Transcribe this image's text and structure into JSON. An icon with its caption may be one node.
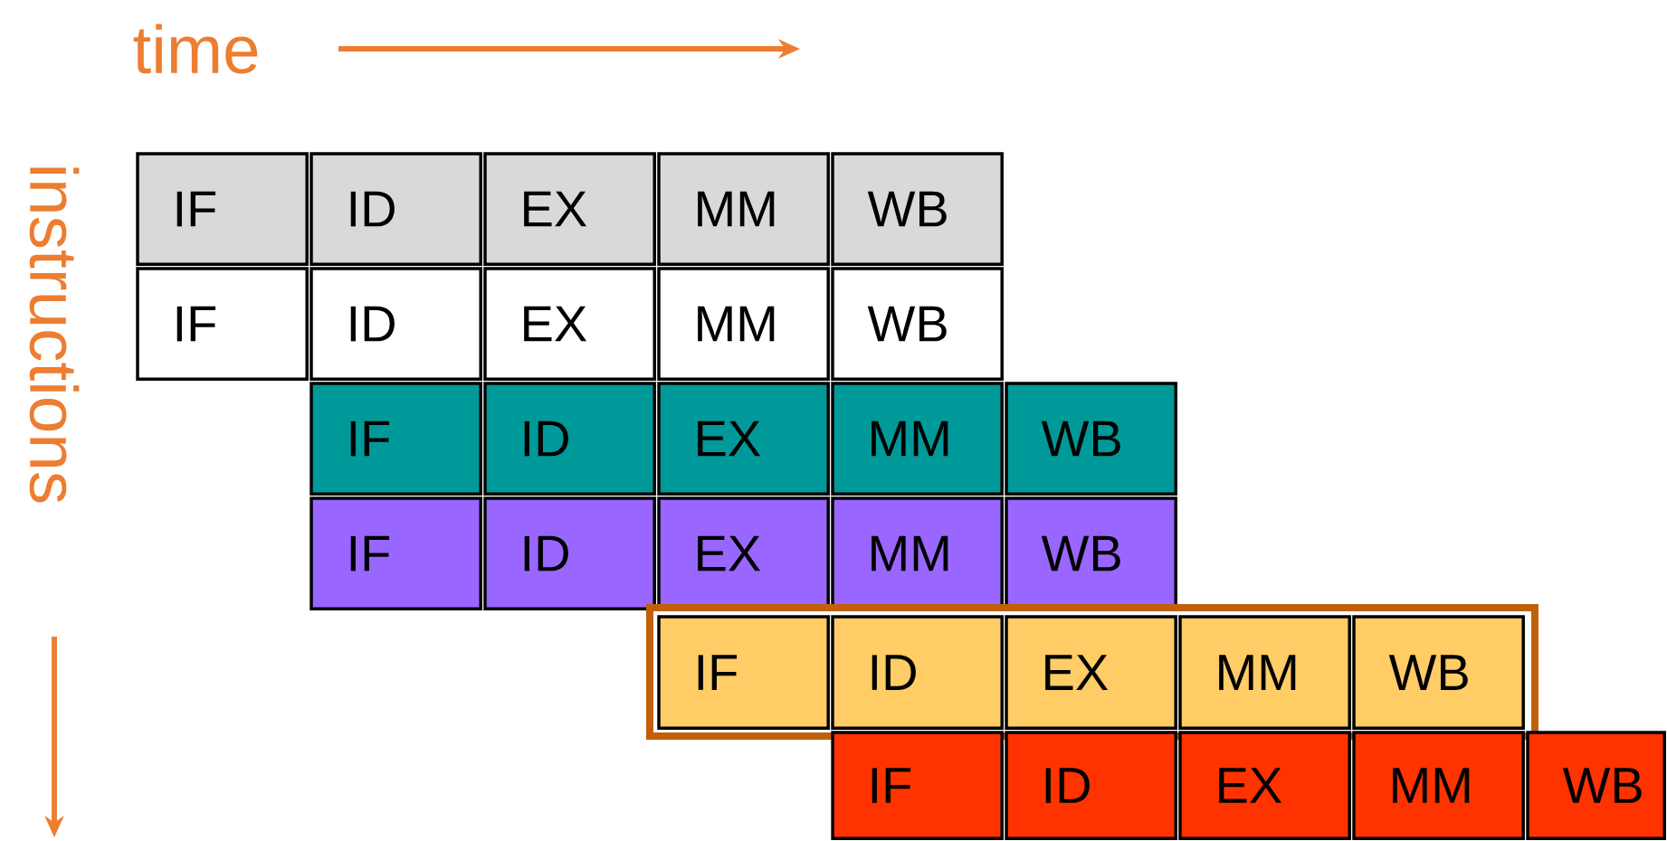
{
  "diagram": {
    "nodes": [
      {
        "text": [
          "IF"
        ]
      },
      {
        "text": [
          "ID"
        ]
      },
      {
        "text": [
          "EX"
        ]
      },
      {
        "text": [
          "MM"
        ]
      },
      {
        "text": [
          "WB"
        ]
      },
      {
        "text": [
          "IF"
        ]
      },
      {
        "text": [
          "ID"
        ]
      },
      {
        "text": [
          "EX"
        ]
      },
      {
        "text": [
          "MM"
        ]
      },
      {
        "text": [
          "WB"
        ]
      },
      {
        "text": [
          "IF"
        ]
      },
      {
        "text": [
          "ID"
        ]
      },
      {
        "text": [
          "EX"
        ]
      },
      {
        "text": [
          "MM"
        ]
      },
      {
        "text": [
          "WB"
        ]
      },
      {
        "text": [
          "IF"
        ]
      },
      {
        "text": [
          "ID"
        ]
      },
      {
        "text": [
          "EX"
        ]
      },
      {
        "text": [
          "MM"
        ]
      },
      {
        "text": [
          "WB"
        ]
      },
      {
        "text": [],
        "shape": "box"
      },
      {
        "text": [
          "IF"
        ],
        "in": 20
      },
      {
        "text": [
          "ID"
        ],
        "in": 20
      },
      {
        "text": [
          "EX"
        ],
        "in": 20
      },
      {
        "text": [
          "MM"
        ],
        "in": 20
      },
      {
        "text": [
          "WB"
        ],
        "in": 20
      },
      {
        "text": [
          "IF"
        ]
      },
      {
        "text": [
          "ID"
        ]
      },
      {
        "text": [
          "EX"
        ]
      },
      {
        "text": [
          "MM"
        ]
      },
      {
        "text": [
          "WB"
        ]
      }
    ],
    "labels": [
      "time",
      "instructions"
    ]
  }
}
